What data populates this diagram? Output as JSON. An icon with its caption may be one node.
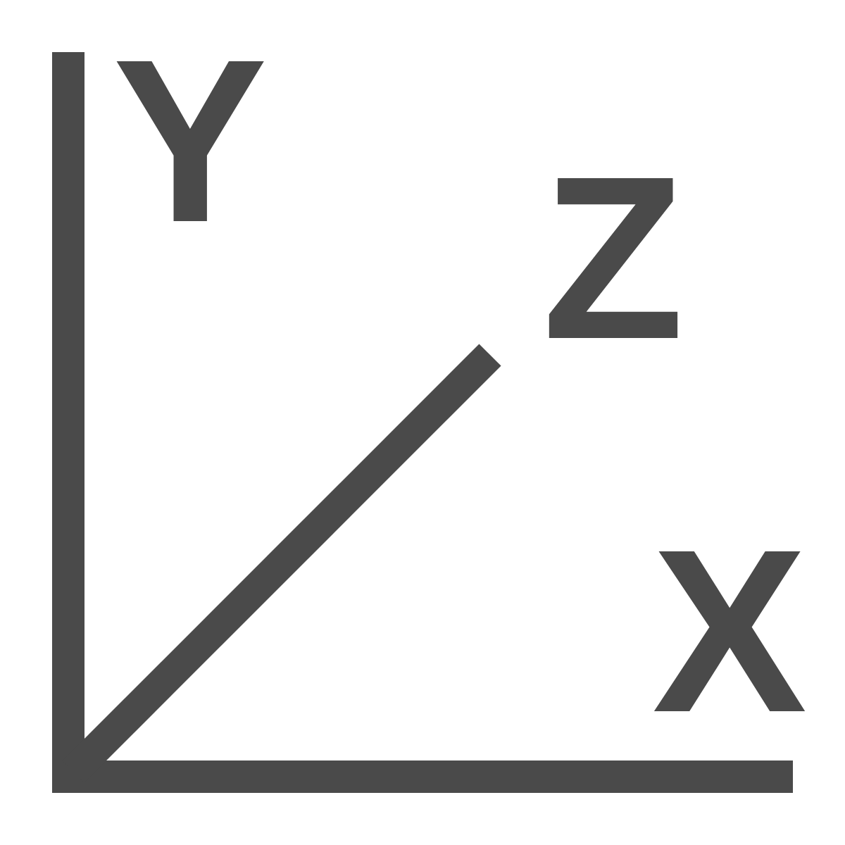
{
  "diagram": {
    "labels": [
      "Y",
      "Z",
      "X"
    ]
  }
}
